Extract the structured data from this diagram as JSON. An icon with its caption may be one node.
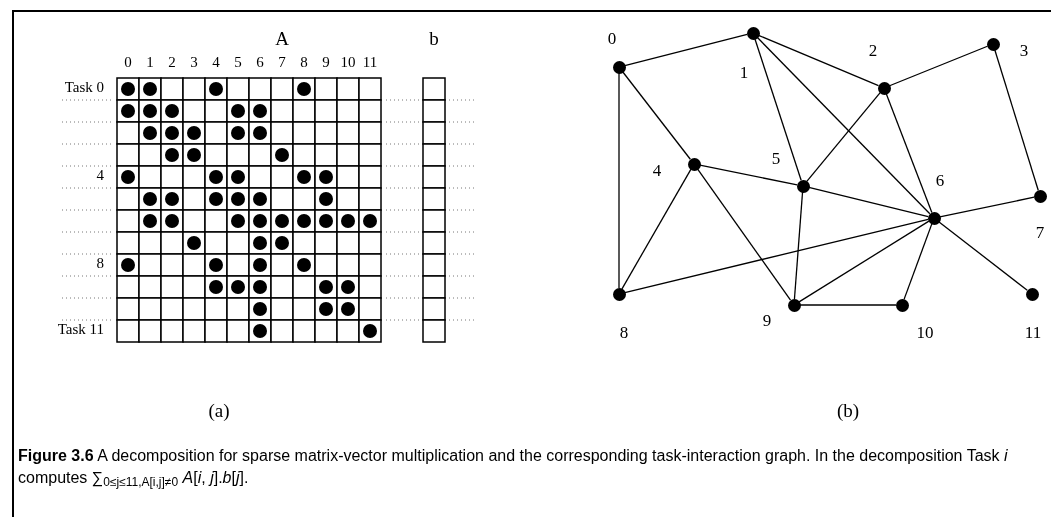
{
  "diagram": {
    "caption": "**Figure 3.6**   A decomposition for sparse matrix-vector multiplication and the corresponding task-interaction graph. In the decomposition Task *i* computes ∑$_{0≤j≤11,A[i,j]≠0}$ *A*[*i*, *j*].*b*[*j*].",
    "nodes": [
      {
        "text": [],
        "shape": "circle",
        "beside": [
          "0"
        ]
      },
      {
        "text": [],
        "shape": "circle",
        "beside": [
          "1"
        ]
      },
      {
        "text": [],
        "shape": "circle",
        "beside": [
          "2"
        ]
      },
      {
        "text": [],
        "shape": "circle",
        "beside": [
          "3"
        ]
      },
      {
        "text": [],
        "shape": "circle",
        "beside": [
          "4"
        ]
      },
      {
        "text": [],
        "shape": "circle",
        "beside": [
          "5"
        ]
      },
      {
        "text": [],
        "shape": "circle",
        "beside": [
          "6"
        ]
      },
      {
        "text": [],
        "shape": "circle",
        "beside": [
          "7"
        ]
      },
      {
        "text": [],
        "shape": "circle",
        "beside": [
          "8"
        ]
      },
      {
        "text": [],
        "shape": "circle",
        "beside": [
          "9"
        ]
      },
      {
        "text": [],
        "shape": "circle",
        "beside": [
          "10"
        ]
      },
      {
        "text": [],
        "shape": "circle",
        "beside": [
          "11"
        ]
      }
    ],
    "edges": [
      {
        "from": 0,
        "to": 1,
        "arrow": "none"
      },
      {
        "from": 0,
        "to": 4,
        "arrow": "none"
      },
      {
        "from": 0,
        "to": 8,
        "arrow": "none"
      },
      {
        "from": 1,
        "to": 2,
        "arrow": "none"
      },
      {
        "from": 1,
        "to": 5,
        "arrow": "none"
      },
      {
        "from": 1,
        "to": 6,
        "arrow": "none"
      },
      {
        "from": 2,
        "to": 3,
        "arrow": "none"
      },
      {
        "from": 2,
        "to": 5,
        "arrow": "none"
      },
      {
        "from": 2,
        "to": 6,
        "arrow": "none"
      },
      {
        "from": 3,
        "to": 7,
        "arrow": "none"
      },
      {
        "from": 4,
        "to": 5,
        "arrow": "none"
      },
      {
        "from": 4,
        "to": 8,
        "arrow": "none"
      },
      {
        "from": 4,
        "to": 9,
        "arrow": "none"
      },
      {
        "from": 5,
        "to": 6,
        "arrow": "none"
      },
      {
        "from": 5,
        "to": 9,
        "arrow": "none"
      },
      {
        "from": 6,
        "to": 7,
        "arrow": "none"
      },
      {
        "from": 6,
        "to": 8,
        "arrow": "none"
      },
      {
        "from": 6,
        "to": 9,
        "arrow": "none"
      },
      {
        "from": 6,
        "to": 10,
        "arrow": "none"
      },
      {
        "from": 6,
        "to": 11,
        "arrow": "none"
      },
      {
        "from": 9,
        "to": 10,
        "arrow": "none"
      }
    ],
    "labels": [
      "A",
      "b",
      "0",
      "1",
      "2",
      "3",
      "4",
      "5",
      "6",
      "7",
      "8",
      "9",
      "10",
      "11",
      "Task 0",
      "4",
      "8",
      "Task 11",
      "(a)",
      "(b)"
    ]
  }
}
